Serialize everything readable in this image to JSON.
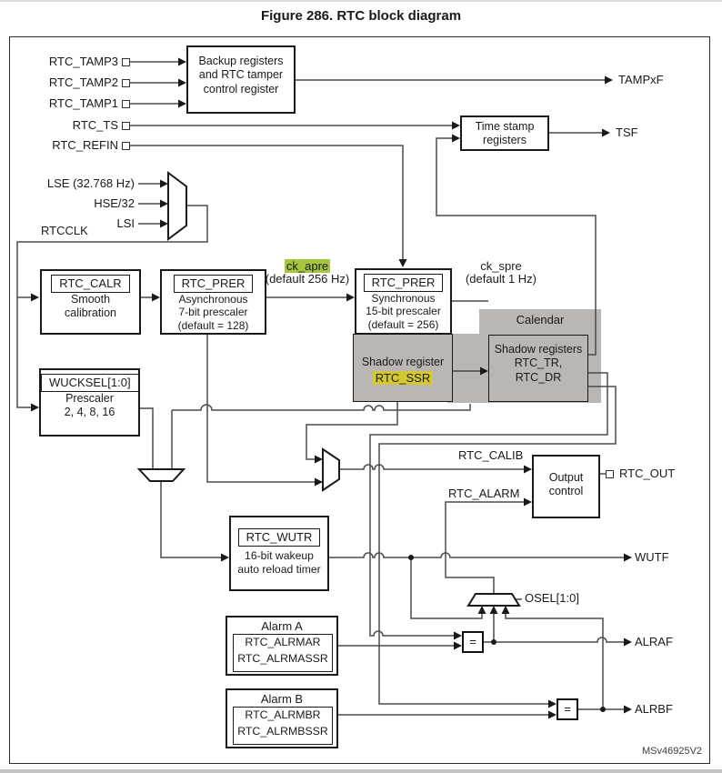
{
  "title": "Figure 286. RTC block diagram",
  "watermark": "MSv46925V2",
  "colors": {
    "highlight_green": "#a5c63e",
    "highlight_yellow": "#d3c832",
    "gray_fill": "#b9b6b3"
  },
  "inputs": {
    "tamp3": "RTC_TAMP3",
    "tamp2": "RTC_TAMP2",
    "tamp1": "RTC_TAMP1",
    "ts": "RTC_TS",
    "refin": "RTC_REFIN",
    "lse": "LSE (32.768 Hz)",
    "hse": "HSE/32",
    "lsi": "LSI",
    "rtcclk": "RTCCLK"
  },
  "outputs": {
    "tampxf": "TAMPxF",
    "tsf": "TSF",
    "rtc_out": "RTC_OUT",
    "wutf": "WUTF",
    "alraf": "ALRAF",
    "alrbf": "ALRBF"
  },
  "signals": {
    "ck_apre": "ck_apre",
    "ck_apre_default": "(default 256 Hz)",
    "ck_spre": "ck_spre",
    "ck_spre_default": "(default 1 Hz)",
    "rtc_calib": "RTC_CALIB",
    "rtc_alarm": "RTC_ALARM",
    "osel": "OSEL[1:0]",
    "eq": "="
  },
  "blocks": {
    "backup": {
      "text": "Backup registers\nand RTC tamper\ncontrol register"
    },
    "timestamp": {
      "text": "Time stamp\nregisters"
    },
    "calr": {
      "reg": "RTC_CALR",
      "text": "Smooth\ncalibration"
    },
    "prer_async": {
      "reg": "RTC_PRER",
      "text": "Asynchronous\n7-bit prescaler\n(default = 128)"
    },
    "prer_sync": {
      "reg": "RTC_PRER",
      "text": "Synchronous\n15-bit prescaler\n(default = 256)"
    },
    "ssr": {
      "text": "Shadow register",
      "reg": "RTC_SSR"
    },
    "calendar": {
      "title": "Calendar",
      "text": "Shadow registers\nRTC_TR,\nRTC_DR"
    },
    "wucksel": {
      "reg": "WUCKSEL[1:0]",
      "text": "Prescaler\n2, 4, 8, 16"
    },
    "wutr": {
      "reg": "RTC_WUTR",
      "text": "16-bit wakeup\nauto reload timer"
    },
    "output_control": {
      "text": "Output\ncontrol"
    },
    "alarm_a": {
      "title": "Alarm A",
      "text": "RTC_ALRMAR\nRTC_ALRMASSR"
    },
    "alarm_b": {
      "title": "Alarm B",
      "text": "RTC_ALRMBR\nRTC_ALRMBSSR"
    }
  }
}
